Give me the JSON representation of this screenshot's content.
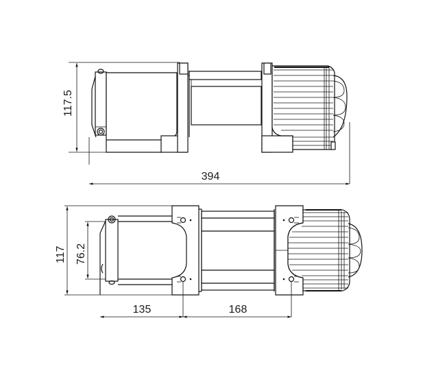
{
  "drawing": {
    "subject": "winch",
    "units": "mm",
    "views": {
      "side_view": {
        "name": "side view",
        "dimensions": {
          "height": "117.5",
          "overall_length": "394"
        }
      },
      "top_view": {
        "name": "top view",
        "dimensions": {
          "overall_width": "117",
          "bolt_spacing_width": "76.2",
          "end_to_mount_hole": "135",
          "mount_hole_spacing_length": "168"
        }
      }
    },
    "colors": {
      "line": "#111111",
      "background": "#ffffff"
    }
  }
}
